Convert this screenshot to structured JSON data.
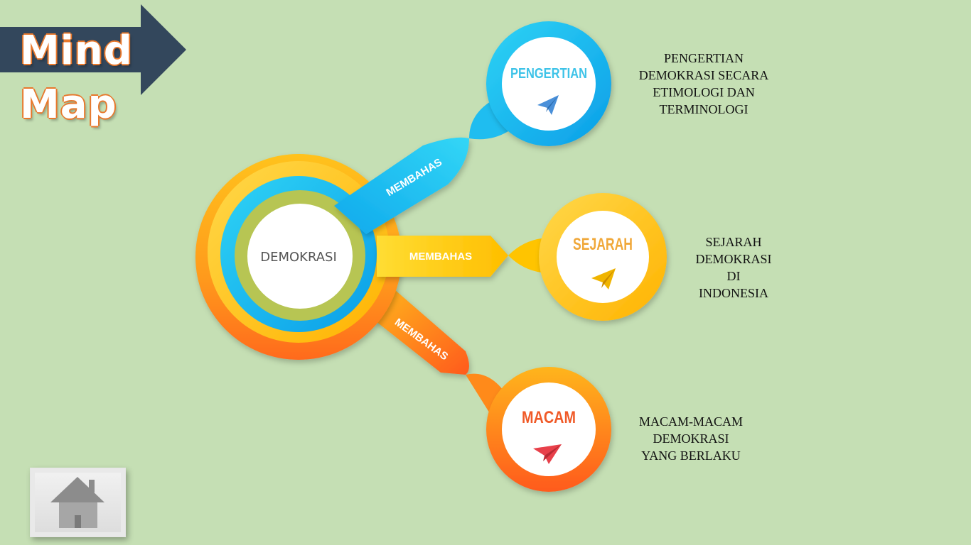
{
  "title": {
    "line1": "Mind",
    "line2": "Map"
  },
  "center": {
    "label": "DEMOKRASI"
  },
  "connectors": [
    {
      "label": "MEMBAHAS"
    },
    {
      "label": "MEMBAHAS"
    },
    {
      "label": "MEMBAHAS"
    }
  ],
  "nodes": [
    {
      "label": "PENGERTIAN",
      "label_color": "#3ec3e8",
      "icon": "paper-plane-icon",
      "icon_color": "#4a90d9",
      "description": [
        "PENGERTIAN",
        "DEMOKRASI  SECARA",
        "ETIMOLOGI  DAN",
        "TERMINOLOGI"
      ]
    },
    {
      "label": "SEJARAH",
      "label_color": "#f0a83a",
      "icon": "paper-plane-icon",
      "icon_color": "#f0b400",
      "description": [
        "SEJARAH",
        "DEMOKRASI",
        "DI",
        "INDONESIA"
      ]
    },
    {
      "label": "MACAM",
      "label_color": "#f05a28",
      "icon": "paper-plane-icon",
      "icon_color": "#e8404a",
      "description": [
        "MACAM-MACAM",
        "DEMOKRASI",
        "YANG BERLAKU"
      ]
    }
  ],
  "colors": {
    "background": "#c5dfb4",
    "cyan": "#12b0ee",
    "yellow": "#ffc400",
    "orange": "#ff6a1f",
    "lime": "#b7c553",
    "arrow": "#33475c"
  },
  "home_button": {
    "icon": "home-icon"
  }
}
